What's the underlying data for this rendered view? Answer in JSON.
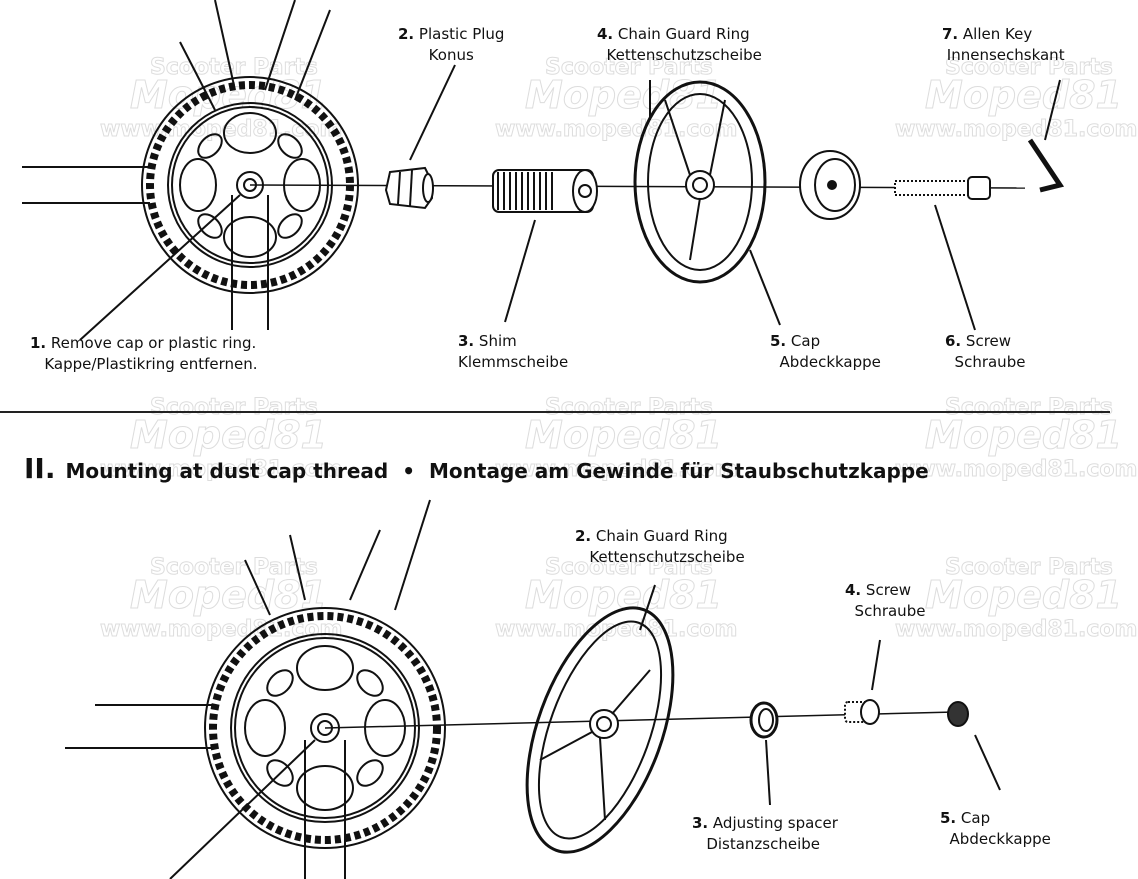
{
  "section1": {
    "labels": [
      {
        "num": "1.",
        "line1": "Remove cap or plastic ring.",
        "line2": "Kappe/Plastikring entfernen."
      },
      {
        "num": "2.",
        "line1": "Plastic Plug",
        "line2": "Konus"
      },
      {
        "num": "3.",
        "line1": "Shim",
        "line2": "Klemmscheibe"
      },
      {
        "num": "4.",
        "line1": "Chain Guard Ring",
        "line2": "Kettenschutzscheibe"
      },
      {
        "num": "5.",
        "line1": "Cap",
        "line2": "Abdeckkappe"
      },
      {
        "num": "6.",
        "line1": "Screw",
        "line2": "Schraube"
      },
      {
        "num": "7.",
        "line1": "Allen Key",
        "line2": "Innensechskant"
      }
    ]
  },
  "section2": {
    "roman": "II.",
    "title_en": "Mounting at dust cap thread",
    "separator": "•",
    "title_de": "Montage am Gewinde für Staubschutzkappe",
    "labels": [
      {
        "num": "2.",
        "line1": "Chain Guard Ring",
        "line2": "Kettenschutzscheibe"
      },
      {
        "num": "3.",
        "line1": "Adjusting spacer",
        "line2": "Distanzscheibe"
      },
      {
        "num": "4.",
        "line1": "Screw",
        "line2": "Schraube"
      },
      {
        "num": "5.",
        "line1": "Cap",
        "line2": "Abdeckkappe"
      }
    ]
  },
  "watermark": {
    "line1": "Scooter Parts",
    "line2": "Moped81",
    "line3": "www.moped81.com"
  }
}
